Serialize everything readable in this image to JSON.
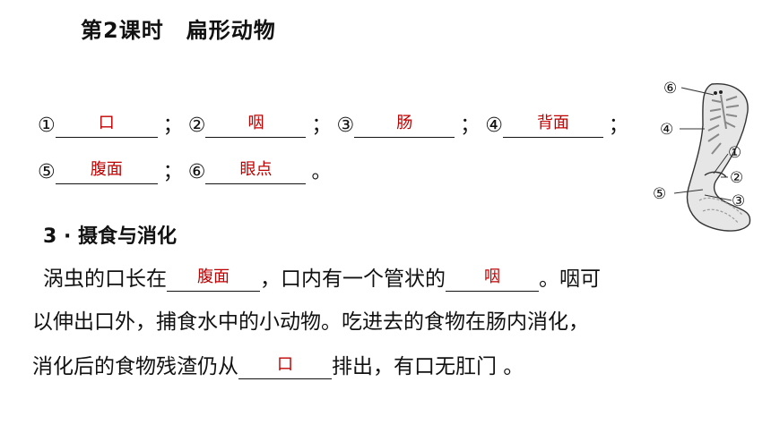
{
  "title": "第2课时　扁形动物",
  "labels_row1": [
    {
      "num": "①",
      "answer": "口",
      "sep": "；"
    },
    {
      "num": "②",
      "answer": "咽",
      "sep": "；"
    },
    {
      "num": "③",
      "answer": "肠",
      "sep": "；"
    },
    {
      "num": "④",
      "answer": "背面",
      "sep": "；"
    }
  ],
  "labels_row2": [
    {
      "num": "⑤",
      "answer": "腹面",
      "sep": "；"
    },
    {
      "num": "⑥",
      "answer": "眼点",
      "sep": "。"
    }
  ],
  "section": {
    "heading": "3 · 摄食与消化",
    "line1_pre": "涡虫的口长在",
    "line1_ans1": "腹面",
    "line1_mid": "，口内有一个管状的",
    "line1_ans2": "咽",
    "line1_post": "。咽可",
    "line2": "以伸出口外，捕食水中的小动物。吃进去的食物在肠内消化，",
    "line3_pre": "消化后的食物残渣仍从",
    "line3_ans": "口",
    "line3_post": "排出，有口无肛门 。"
  },
  "figure": {
    "callouts": [
      "⑥",
      "④",
      "①",
      "②",
      "⑤",
      "③"
    ]
  },
  "colors": {
    "answer": "#c00000",
    "text": "#111111"
  }
}
